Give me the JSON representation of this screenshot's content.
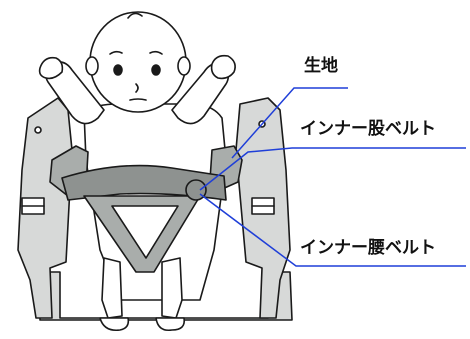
{
  "labels": {
    "fabric": "生地",
    "inner_crotch_belt": "インナー股ベルト",
    "inner_waist_belt": "インナー腰ベルト"
  },
  "colors": {
    "callout_line": "#1f3fd8",
    "outline": "#1a1a1a",
    "strap_light": "#d7d9d8",
    "panel_mid": "#a9adab",
    "belt_dark": "#8e9290",
    "skin": "#ffffff"
  }
}
